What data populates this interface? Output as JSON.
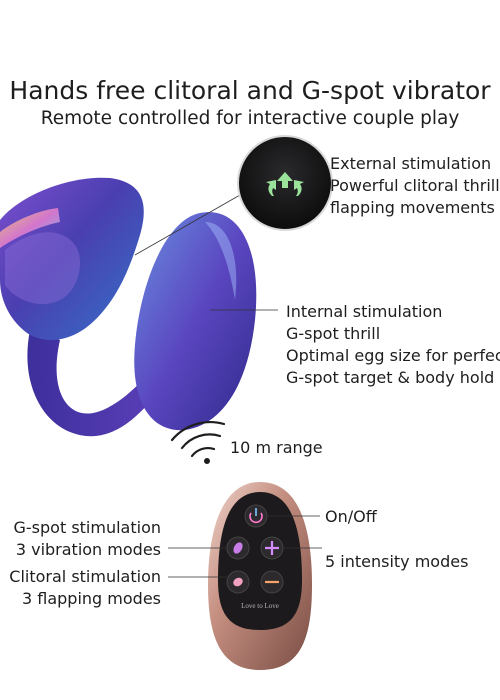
{
  "header": {
    "title": "Hands free clitoral and G-spot vibrator",
    "subtitle": "Remote controlled for interactive couple play"
  },
  "external": {
    "lines": [
      "External stimulation",
      "Powerful clitoral thrill",
      "flapping movements"
    ]
  },
  "internal": {
    "lines": [
      "Internal stimulation",
      "G-spot thrill",
      "Optimal egg size for perfect",
      "G-spot target & body hold"
    ]
  },
  "range": {
    "label": "10 m range"
  },
  "remote": {
    "on_off": "On/Off",
    "gspot": [
      "G-spot stimulation",
      "3 vibration modes"
    ],
    "clitoral": [
      "Clitoral stimulation",
      "3 flapping modes"
    ],
    "intensity": "5 intensity modes",
    "brand_text": "Love to Love"
  },
  "colors": {
    "device_dark": "#3a2a8c",
    "device_light": "#6b8fd8",
    "remote_rose": "#c99a8e",
    "remote_face": "#1c1a1c"
  }
}
